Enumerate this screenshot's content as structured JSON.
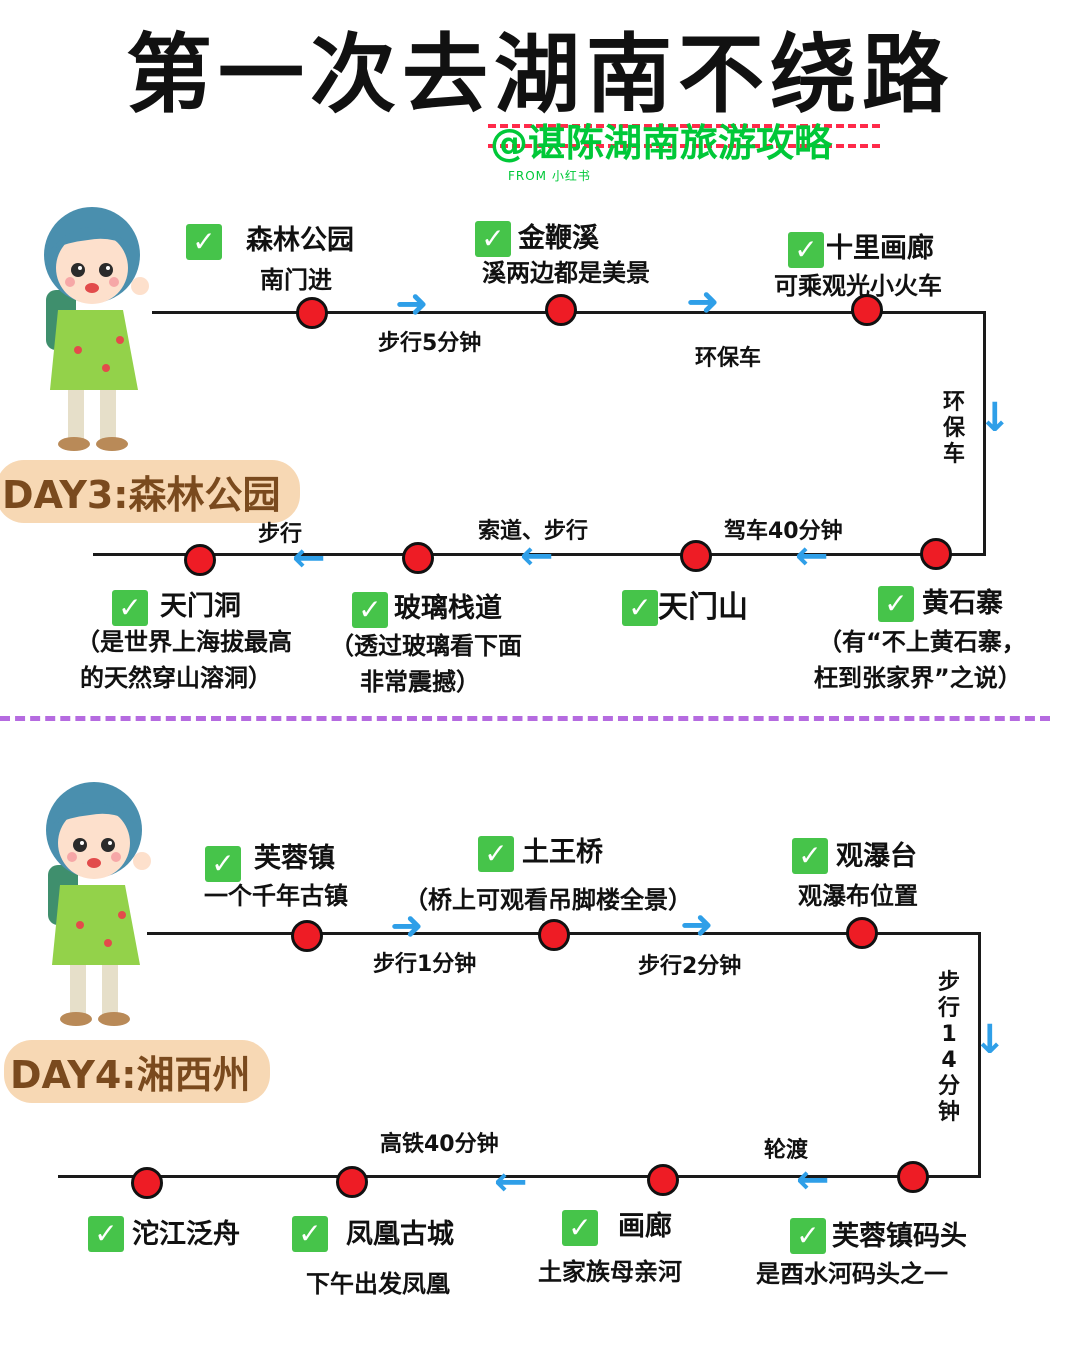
{
  "title": "第一次去湖南不绕路",
  "watermark": "@谌陈湖南旅游攻略",
  "watermark_source": "FROM 小红书",
  "colors": {
    "node": "#ee1c25",
    "check": "#46c44a",
    "arrow": "#2f9fe8",
    "divider": "#b56be0",
    "tag_bg": "#f7d8b4"
  },
  "day3": {
    "tag": "DAY3:森林公园",
    "nodes": [
      {
        "label": "森林公园",
        "sub": "南门进"
      },
      {
        "label": "金鞭溪",
        "sub": "溪两边都是美景"
      },
      {
        "label": "十里画廊",
        "sub": "可乘观光小火车"
      },
      {
        "label": "黄石寨",
        "sub1": "（有“不上黄石寨，",
        "sub2": "枉到张家界”之说）"
      },
      {
        "label": "天门山"
      },
      {
        "label": "玻璃栈道",
        "sub1": "（透过玻璃看下面",
        "sub2": "非常震撼）"
      },
      {
        "label": "天门洞",
        "sub1": "（是世界上海拔最高",
        "sub2": "的天然穿山溶洞）"
      }
    ],
    "transports": [
      "步行5分钟",
      "环保车",
      "环保车",
      "驾车40分钟",
      "索道、步行",
      "步行"
    ]
  },
  "day4": {
    "tag": "DAY4:湘西州",
    "nodes": [
      {
        "label": "芙蓉镇",
        "sub": "一个千年古镇"
      },
      {
        "label": "土王桥",
        "sub": "（桥上可观看吊脚楼全景）"
      },
      {
        "label": "观瀑台",
        "sub": "观瀑布位置"
      },
      {
        "label": "芙蓉镇码头",
        "sub": "是酉水河码头之一"
      },
      {
        "label": "画廊",
        "sub": "土家族母亲河"
      },
      {
        "label": "凤凰古城",
        "sub": "下午出发凤凰"
      },
      {
        "label": "沱江泛舟"
      }
    ],
    "transports": [
      "步行1分钟",
      "步行2分钟",
      "步行14分钟",
      "轮渡",
      "高铁40分钟"
    ]
  }
}
